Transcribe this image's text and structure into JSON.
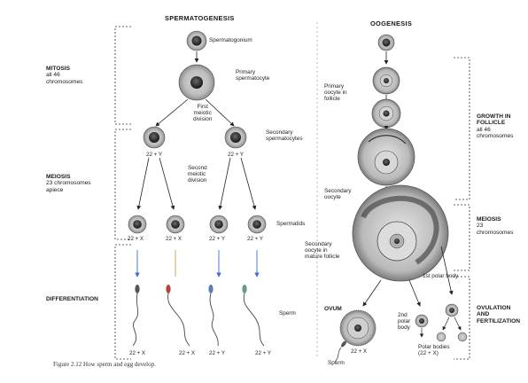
{
  "spermatogenesis": {
    "title": "SPERMATOGENESIS",
    "spermatogonium": "Spermatogonium",
    "primary_spermatocyte": [
      "Primary",
      "spermatocyte"
    ],
    "first_meiotic_division": [
      "First",
      "meiotic",
      "division"
    ],
    "secondary_spermatocytes": [
      "Secondary",
      "spermatocytes"
    ],
    "second_meiotic_division": [
      "Second",
      "meiotic",
      "division"
    ],
    "spermatids": "Spermatids",
    "sperm": "Sperm",
    "secondary_chromosomes": [
      "22 + Y",
      "22 + Y"
    ],
    "spermatid_chromosomes": [
      "22 + X",
      "22 + X",
      "22 + Y",
      "22 + Y"
    ],
    "sperm_chromosomes": [
      "22 + X",
      "22 + X",
      "22 + Y",
      "22 + Y"
    ]
  },
  "oogenesis": {
    "title": "OOGENESIS",
    "primary_oocyte": [
      "Primary",
      "oocyte in",
      "follicle"
    ],
    "secondary_oocyte": [
      "Secondary",
      "oocyte"
    ],
    "secondary_oocyte_follicle": [
      "Secondary",
      "oocyte in",
      "mature follicle"
    ],
    "first_polar_body": "1st polar body",
    "ovum": "OVUM",
    "ovum_chromosomes": "22 + X",
    "second_polar_body": [
      "2nd",
      "polar",
      "body"
    ],
    "polar_bodies": [
      "Polar bodies",
      "(22 + X)"
    ],
    "sperm": "Sperm"
  },
  "left_sections": {
    "mitosis": {
      "title": "MITOSIS",
      "sub": [
        "all 46",
        "chromosomes"
      ]
    },
    "meiosis": {
      "title": "MEIOSIS",
      "sub": [
        "23 chromosomes",
        "apiece"
      ]
    },
    "differentiation": {
      "title": "DIFFERENTIATION"
    }
  },
  "right_sections": {
    "growth": {
      "title": [
        "GROWTH IN",
        "FOLLICLE"
      ],
      "sub": [
        "all 46",
        "chromosomes"
      ]
    },
    "meiosis": {
      "title": "MEIOSIS",
      "sub": [
        "23",
        "chromosomes"
      ]
    },
    "ovulation": {
      "title": [
        "OVULATION",
        "AND",
        "FERTILIZATION"
      ]
    }
  },
  "caption": "Figure 2.12   How sperm and egg develop."
}
